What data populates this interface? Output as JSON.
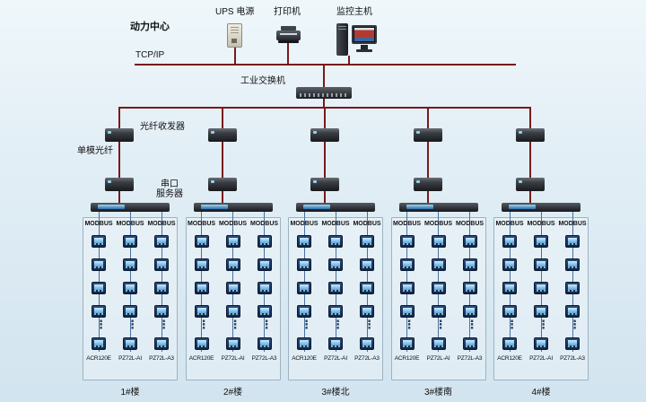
{
  "header": {
    "power_center": "动力中心",
    "tcpip": "TCP/IP",
    "switch_label": "工业交换机",
    "devices": [
      {
        "label": "UPS 电源"
      },
      {
        "label": "打印机"
      },
      {
        "label": "监控主机"
      }
    ]
  },
  "left_labels": {
    "fiber_transceiver": "光纤收发器",
    "single_mode_fiber": "单模光纤",
    "serial_server_line1": "串口",
    "serial_server_line2": "服务器"
  },
  "bus_label": "MODBUS",
  "continuation": "⋮",
  "meter_models": [
    "ACR120E",
    "PZ72L-AI",
    "PZ72L-A3"
  ],
  "groups": [
    {
      "name": "1#楼"
    },
    {
      "name": "2#楼"
    },
    {
      "name": "3#楼北"
    },
    {
      "name": "3#楼南"
    },
    {
      "name": "4#楼"
    }
  ],
  "colors": {
    "backbone": "#7a1a1a",
    "bus": "#49719f",
    "box_border": "#9db3c0"
  }
}
